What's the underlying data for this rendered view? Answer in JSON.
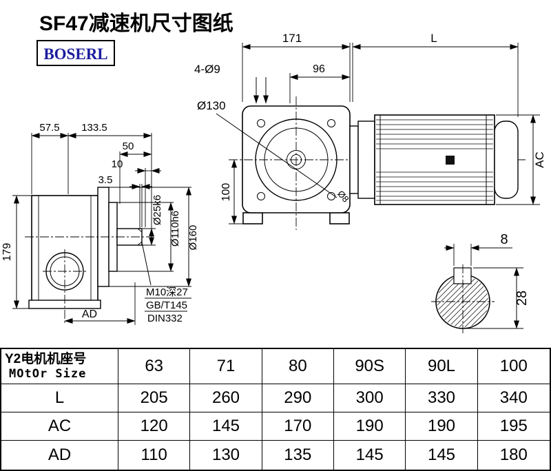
{
  "title": "SF47减速机尺寸图纸",
  "brand": "BOSERL",
  "dims": {
    "housing_width": "171",
    "motor_length": "L",
    "mounting_holes": "4-Ø9",
    "flange_offset": "96",
    "flange_dia": "Ø130",
    "pilot_dia": "Ø8",
    "dim_a": "57.5",
    "dim_b": "133.5",
    "dim_c": "50",
    "dim_d": "10",
    "dim_e": "3.5",
    "housing_height": "179",
    "center_height": "100",
    "motor_height": "AC",
    "shaft_end_dist": "AD",
    "shaft_dia": "Ø25k6",
    "spigot_dia": "Ø110h6",
    "output_flange_dia": "Ø160",
    "tapped_hole": "M10深27",
    "standard_gb": "GB/T145",
    "standard_din": "DIN332",
    "key_width": "8",
    "key_height": "28"
  },
  "table": {
    "motor_row": {
      "label_cn": "Y2电机机座号",
      "label_en": "MOtOr Size",
      "values": [
        "63",
        "71",
        "80",
        "90S",
        "90L",
        "100"
      ]
    },
    "rows": [
      {
        "label": "L",
        "values": [
          "205",
          "260",
          "290",
          "300",
          "330",
          "340"
        ]
      },
      {
        "label": "AC",
        "values": [
          "120",
          "145",
          "170",
          "190",
          "190",
          "195"
        ]
      },
      {
        "label": "AD",
        "values": [
          "110",
          "130",
          "135",
          "145",
          "145",
          "180"
        ]
      }
    ]
  }
}
